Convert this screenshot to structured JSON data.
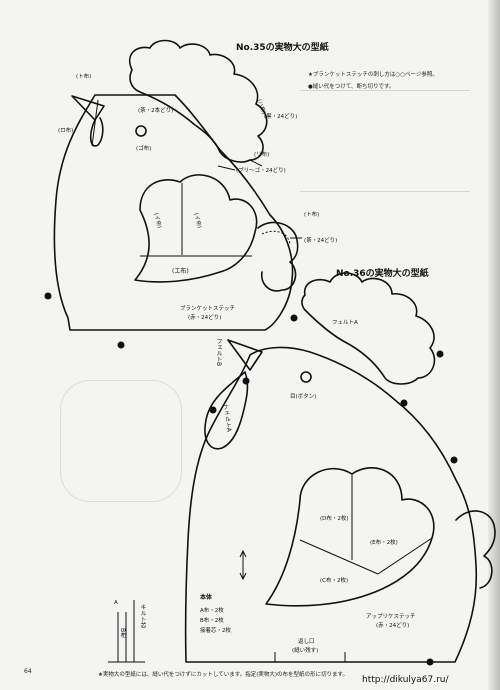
{
  "pattern35": {
    "title": "No.35の実物大の型紙",
    "labels": {
      "comb": "(ト布)",
      "wattle": "(ロ布)",
      "crest": "(ハ布)",
      "comb_thread": "(茶・2本どり)",
      "eye": "(ゴ布)",
      "eye_thread": "(黒・24どり)",
      "crest_thread": "(黒・24どり)",
      "tail_top": "(リ布)",
      "tail_stitch": "(ブリ～ゴ・24どり)",
      "wing_left": "(イ布)",
      "wing_right": "(イ布)",
      "body": "(エ布)",
      "tail_mid": "(ト布)",
      "tail_mid_thread": "(茶・24どり)",
      "blanket_stitch": "ブランケットステッチ",
      "blanket_thread": "(赤・24どり)"
    }
  },
  "notes": {
    "line1": "★ブランケットステッチの刺し方は○○ページ参照。",
    "line2": "●縫い代をつけて、断ち切りです。"
  },
  "pattern36": {
    "title": "No.36の実物大の型紙",
    "labels": {
      "felt_top": "フェルトA",
      "felt_left_top": "フェルトB",
      "felt_left": "フェルトA",
      "eye": "目(ボタン)",
      "wing_d": "(D布・2枚)",
      "wing_e": "(E布・2枚)",
      "wing_c": "(C布・2枚)",
      "blanket_stitch": "アップリケステッチ",
      "blanket_thread": "(赤・24どり)",
      "body_title": "本体",
      "body_a": "A布・2枚",
      "body_b": "B布・2枚",
      "body_lining": "接着芯・2枚",
      "opening": "返し口",
      "opening_note": "(縫い残す)",
      "side_label": "キルト芯",
      "side_a": "A",
      "side_b": "B布"
    }
  },
  "footer": {
    "note": "★実物大の型紙には、縫い代をつけずにカットしています。指定(実物大)の布を型紙の形に切ります。",
    "page_number": "64",
    "watermark": "http://dikulya67.ru/"
  }
}
